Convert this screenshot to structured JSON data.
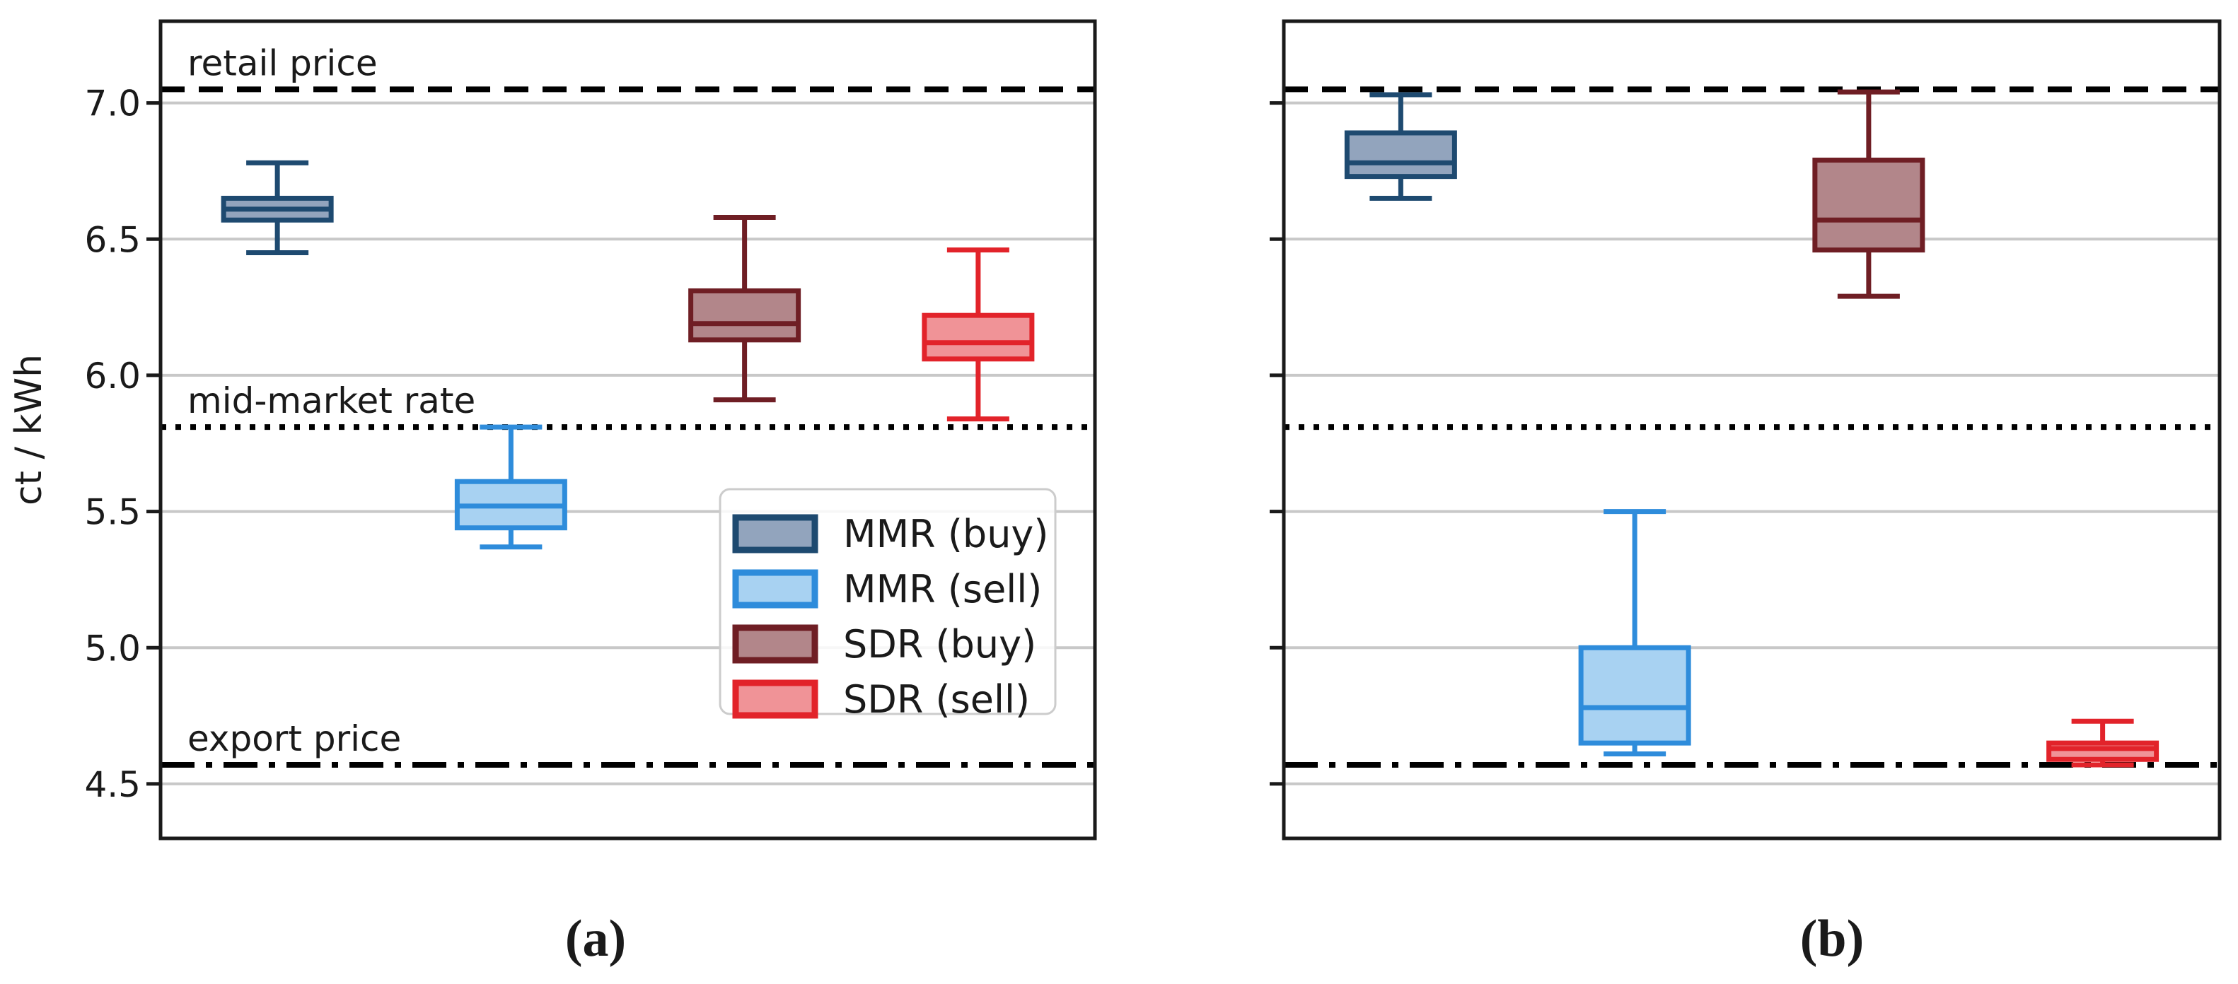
{
  "figure": {
    "background": "#ffffff",
    "text_color": "#1a1a1a",
    "spine_color": "#1a1a1a"
  },
  "chart_data": {
    "type": "boxplot",
    "title": "",
    "xlabel": "",
    "ylabel": "ct / kWh",
    "ylim": [
      4.3,
      7.3
    ],
    "ytick_labels": [
      "4.5",
      "5.0",
      "5.5",
      "6.0",
      "6.5",
      "7.0"
    ],
    "grid": "horizontal",
    "grid_color": "#c8c8c8",
    "reference_lines": [
      {
        "label": "retail price",
        "value": 7.05,
        "style": "dashed",
        "color": "#000000"
      },
      {
        "label": "mid-market rate",
        "value": 5.81,
        "style": "dotted",
        "color": "#000000"
      },
      {
        "label": "export price",
        "value": 4.57,
        "style": "dashdot",
        "color": "#000000"
      }
    ],
    "legend": {
      "location": "lower right of panel (a)",
      "entries": [
        {
          "label": "MMR (buy)",
          "fill": "#92a4bd",
          "edge": "#1e4a70"
        },
        {
          "label": "MMR (sell)",
          "fill": "#a8d2f2",
          "edge": "#2e8cdb"
        },
        {
          "label": "SDR (buy)",
          "fill": "#b2868a",
          "edge": "#6f1e24"
        },
        {
          "label": "SDR (sell)",
          "fill": "#f09397",
          "edge": "#e2232a"
        }
      ]
    },
    "panels": [
      {
        "caption": "(a)",
        "boxes": [
          {
            "series": "MMR (buy)",
            "whisker_low": 6.45,
            "q1": 6.57,
            "median": 6.61,
            "q3": 6.65,
            "whisker_high": 6.78
          },
          {
            "series": "MMR (sell)",
            "whisker_low": 5.37,
            "q1": 5.44,
            "median": 5.52,
            "q3": 5.61,
            "whisker_high": 5.81
          },
          {
            "series": "SDR (buy)",
            "whisker_low": 5.91,
            "q1": 6.13,
            "median": 6.19,
            "q3": 6.31,
            "whisker_high": 6.58
          },
          {
            "series": "SDR (sell)",
            "whisker_low": 5.84,
            "q1": 6.06,
            "median": 6.12,
            "q3": 6.22,
            "whisker_high": 6.46
          }
        ]
      },
      {
        "caption": "(b)",
        "boxes": [
          {
            "series": "MMR (buy)",
            "whisker_low": 6.65,
            "q1": 6.73,
            "median": 6.78,
            "q3": 6.89,
            "whisker_high": 7.03
          },
          {
            "series": "MMR (sell)",
            "whisker_low": 4.61,
            "q1": 4.65,
            "median": 4.78,
            "q3": 5.0,
            "whisker_high": 5.5
          },
          {
            "series": "SDR (buy)",
            "whisker_low": 6.29,
            "q1": 6.46,
            "median": 6.57,
            "q3": 6.79,
            "whisker_high": 7.04
          },
          {
            "series": "SDR (sell)",
            "whisker_low": 4.57,
            "q1": 4.59,
            "median": 4.63,
            "q3": 4.65,
            "whisker_high": 4.73
          }
        ]
      }
    ]
  }
}
